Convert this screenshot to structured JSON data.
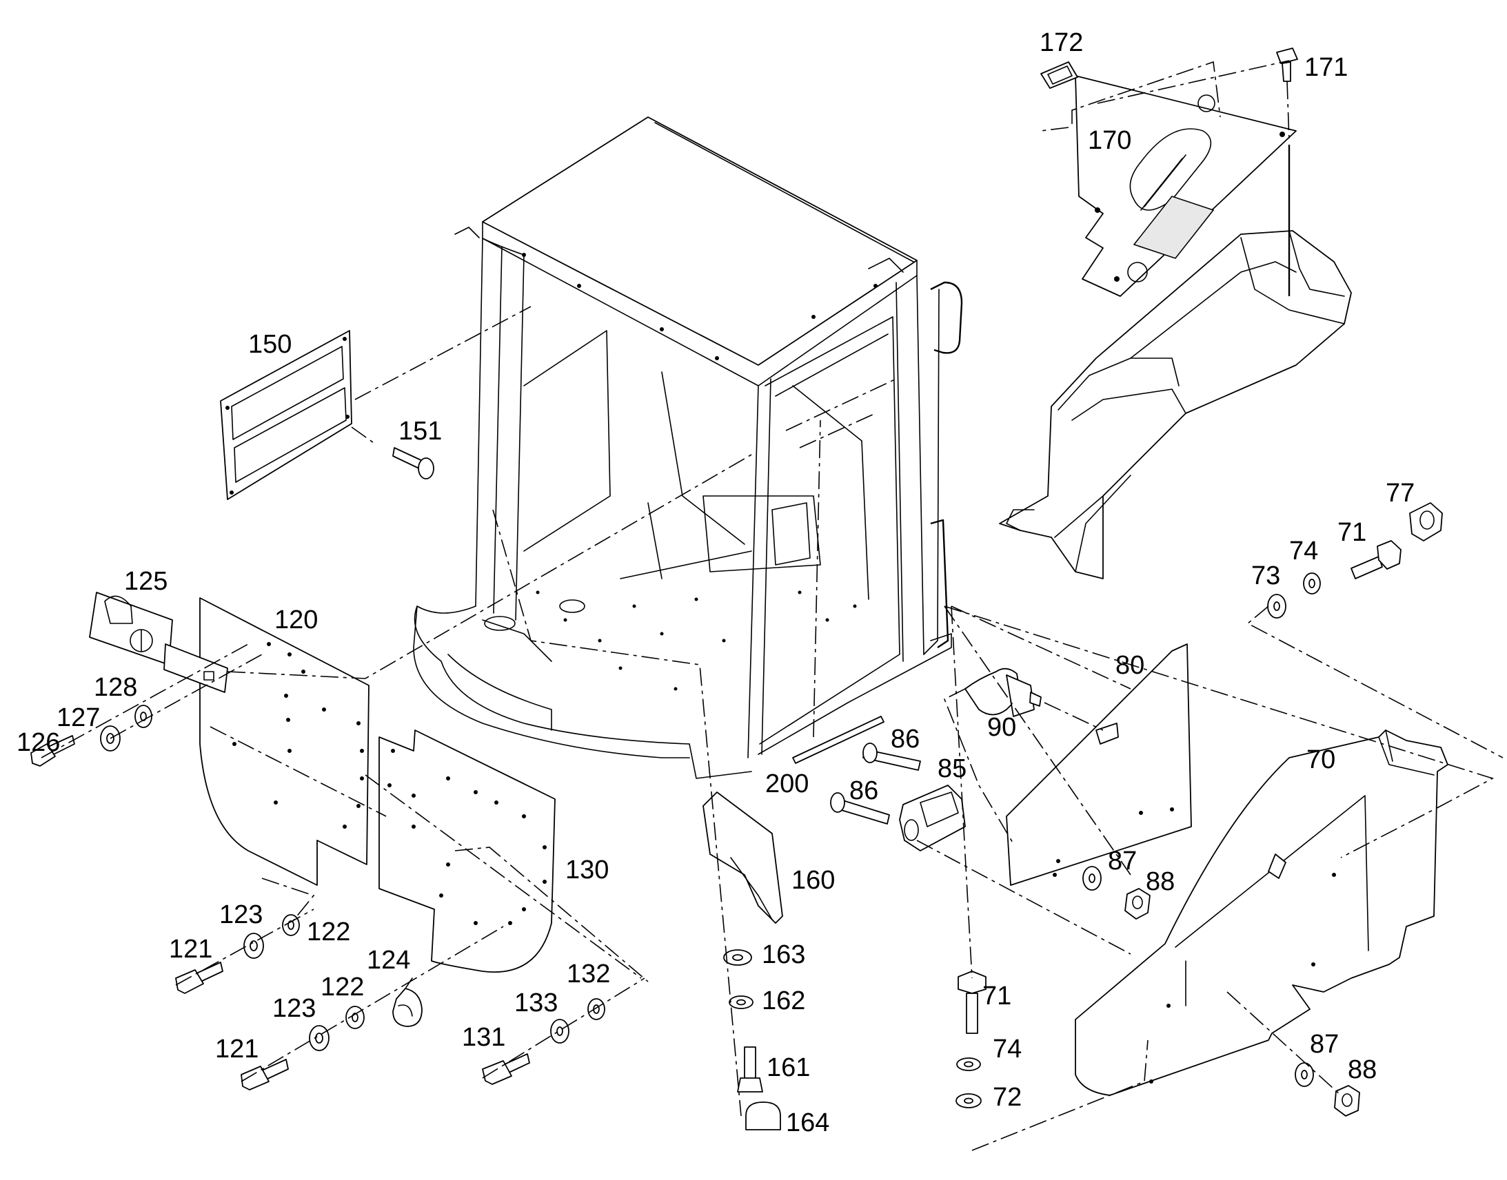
{
  "labels": {
    "l172": "172",
    "l171": "171",
    "l170": "170",
    "l150": "150",
    "l151": "151",
    "l125": "125",
    "l120": "120",
    "l128": "128",
    "l127": "127",
    "l126": "126",
    "l130": "130",
    "l123a": "123",
    "l122a": "122",
    "l121a": "121",
    "l124": "124",
    "l122b": "122",
    "l123b": "123",
    "l121b": "121",
    "l131": "131",
    "l133": "133",
    "l132": "132",
    "l160": "160",
    "l163": "163",
    "l162": "162",
    "l161": "161",
    "l164": "164",
    "l200": "200",
    "l86a": "86",
    "l86b": "86",
    "l85": "85",
    "l90": "90",
    "l80": "80",
    "l87a": "87",
    "l88a": "88",
    "l77": "77",
    "l71a": "71",
    "l74a": "74",
    "l73": "73",
    "l70": "70",
    "l71b": "71",
    "l74b": "74",
    "l72": "72",
    "l87b": "87",
    "l88b": "88"
  }
}
